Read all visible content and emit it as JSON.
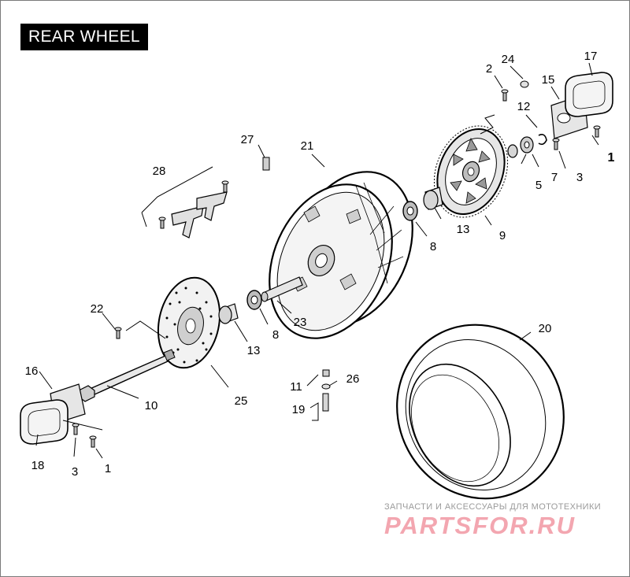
{
  "title": "REAR WHEEL",
  "watermark": {
    "caption": "ЗАПЧАСТИ И АКСЕССУАРЫ ДЛЯ МОТОТЕХНИКИ",
    "logo": "PARTSFOR.RU"
  },
  "callouts": [
    {
      "id": "c1a",
      "label": "1",
      "bold": true
    },
    {
      "id": "c2",
      "label": "2",
      "bold": false
    },
    {
      "id": "c24",
      "label": "24",
      "bold": false
    },
    {
      "id": "c17",
      "label": "17",
      "bold": false
    },
    {
      "id": "c15",
      "label": "15",
      "bold": false
    },
    {
      "id": "c12",
      "label": "12",
      "bold": false
    },
    {
      "id": "c5",
      "label": "5",
      "bold": false
    },
    {
      "id": "c7",
      "label": "7",
      "bold": false
    },
    {
      "id": "c3a",
      "label": "3",
      "bold": false
    },
    {
      "id": "c27",
      "label": "27",
      "bold": false
    },
    {
      "id": "c21",
      "label": "21",
      "bold": false
    },
    {
      "id": "c28",
      "label": "28",
      "bold": false
    },
    {
      "id": "c13a",
      "label": "13",
      "bold": false
    },
    {
      "id": "c9",
      "label": "9",
      "bold": false
    },
    {
      "id": "c8a",
      "label": "8",
      "bold": false
    },
    {
      "id": "c22",
      "label": "22",
      "bold": false
    },
    {
      "id": "c13b",
      "label": "13",
      "bold": false
    },
    {
      "id": "c8b",
      "label": "8",
      "bold": false
    },
    {
      "id": "c23",
      "label": "23",
      "bold": false
    },
    {
      "id": "c20",
      "label": "20",
      "bold": false
    },
    {
      "id": "c16",
      "label": "16",
      "bold": false
    },
    {
      "id": "c10",
      "label": "10",
      "bold": false
    },
    {
      "id": "c25",
      "label": "25",
      "bold": false
    },
    {
      "id": "c11",
      "label": "11",
      "bold": false
    },
    {
      "id": "c26",
      "label": "26",
      "bold": false
    },
    {
      "id": "c19",
      "label": "19",
      "bold": false
    },
    {
      "id": "c18",
      "label": "18",
      "bold": false
    },
    {
      "id": "c3b",
      "label": "3",
      "bold": false
    },
    {
      "id": "c1b",
      "label": "1",
      "bold": false
    }
  ],
  "colors": {
    "line": "#000000",
    "part_fill": "#d8d8d8",
    "part_fill_dark": "#9a9a9a",
    "watermark_logo": "#f3a6b0",
    "watermark_text": "#9a9a9a"
  }
}
